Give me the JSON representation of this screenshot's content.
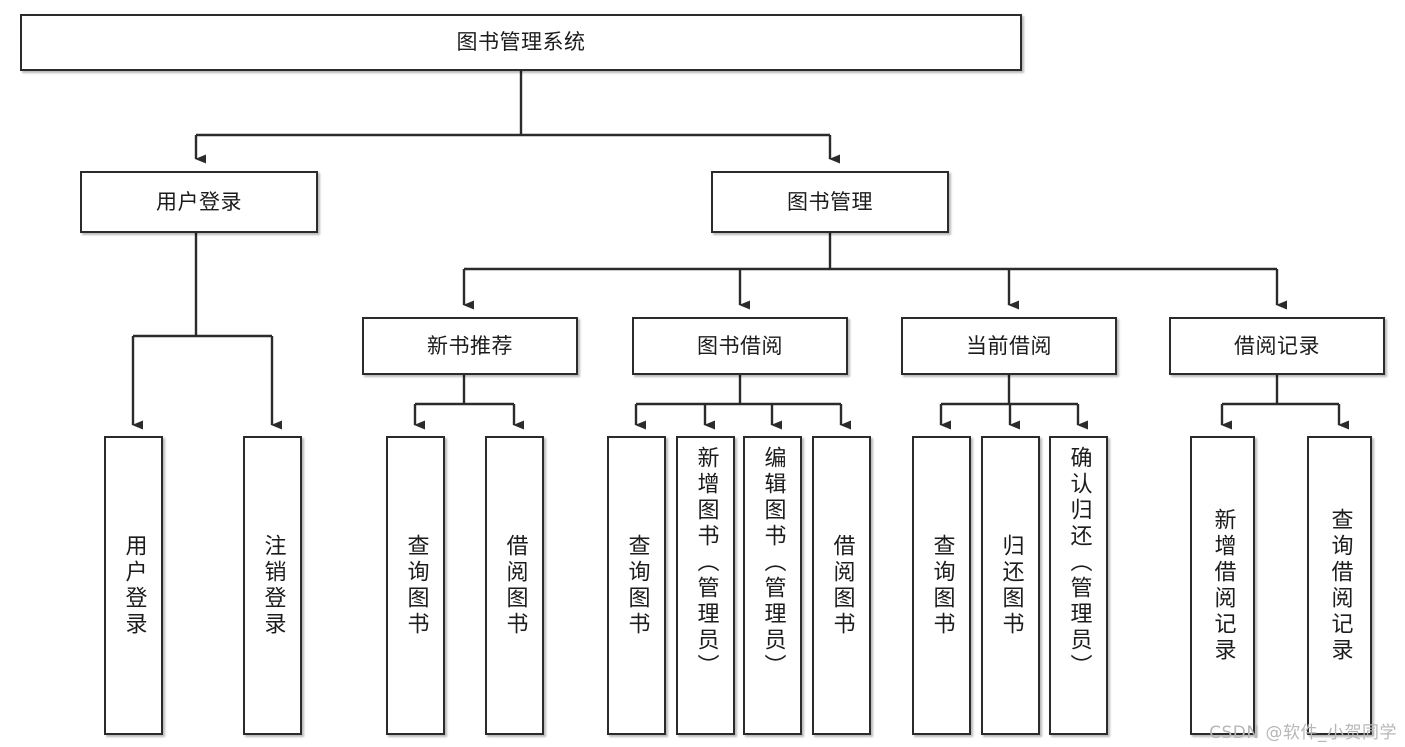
{
  "diagram": {
    "title": "图书管理系统",
    "type": "tree-hierarchy-flowchart",
    "root": {
      "id": "root",
      "label": "图书管理系统"
    },
    "level2": [
      {
        "id": "user-login",
        "label": "用户登录"
      },
      {
        "id": "book-management",
        "label": "图书管理"
      }
    ],
    "level3": [
      {
        "id": "new-book-recommend",
        "label": "新书推荐",
        "parent": "book-management"
      },
      {
        "id": "book-borrow",
        "label": "图书借阅",
        "parent": "book-management"
      },
      {
        "id": "current-borrow",
        "label": "当前借阅",
        "parent": "book-management"
      },
      {
        "id": "borrow-record",
        "label": "借阅记录",
        "parent": "book-management"
      }
    ],
    "leaves": [
      {
        "id": "leaf-user-login",
        "label": "用户登录",
        "parent": "user-login"
      },
      {
        "id": "leaf-logout-login",
        "label": "注销登录",
        "parent": "user-login"
      },
      {
        "id": "leaf-query-book-1",
        "label": "查询图书",
        "parent": "new-book-recommend"
      },
      {
        "id": "leaf-borrow-book-1",
        "label": "借阅图书",
        "parent": "new-book-recommend"
      },
      {
        "id": "leaf-query-book-2",
        "label": "查询图书",
        "parent": "book-borrow"
      },
      {
        "id": "leaf-add-book",
        "label": "新增图书（管理员）",
        "parent": "book-borrow"
      },
      {
        "id": "leaf-edit-book",
        "label": "编辑图书（管理员）",
        "parent": "book-borrow"
      },
      {
        "id": "leaf-borrow-book-2",
        "label": "借阅图书",
        "parent": "book-borrow"
      },
      {
        "id": "leaf-query-book-3",
        "label": "查询图书",
        "parent": "current-borrow"
      },
      {
        "id": "leaf-return-book",
        "label": "归还图书",
        "parent": "current-borrow"
      },
      {
        "id": "leaf-confirm-return",
        "label": "确认归还（管理员）",
        "parent": "current-borrow"
      },
      {
        "id": "leaf-add-record",
        "label": "新增借阅记录",
        "parent": "borrow-record"
      },
      {
        "id": "leaf-query-record",
        "label": "查询借阅记录",
        "parent": "borrow-record"
      }
    ],
    "colors": {
      "box_border": "#2b2b2b",
      "box_fill": "#ffffff",
      "text": "#1c1c1c",
      "connector": "#2b2b2b",
      "watermark": "#b7b7b7",
      "background": "#ffffff"
    }
  },
  "watermark": {
    "text": "CSDN @软件_小贺同学"
  }
}
